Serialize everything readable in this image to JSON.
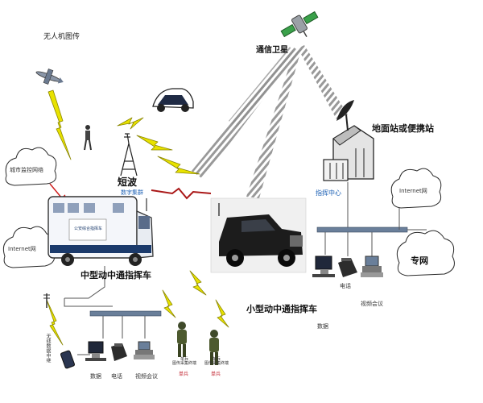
{
  "labels": {
    "drone": "无人机图传",
    "satellite": "通信卫星",
    "ground_station": "地面站或便携站",
    "city_cloud": "城市监控网络",
    "internet_left": "Internet网",
    "shortwave": "短波",
    "digital_cluster": "数字集群",
    "command_center": "指挥中心",
    "internet_right": "Internet网",
    "private_net": "专网",
    "medium_vehicle": "中型动中通指挥车",
    "small_vehicle": "小型动中通指挥车",
    "wireless_relay": "无线数据中继",
    "data_left": "数据",
    "phone_left": "电话",
    "video_left": "视频会议",
    "soldier_a_caption": "单兵\n图传采集终端",
    "soldier_a_tag": "单兵",
    "soldier_b_caption": "单兵\n图传采集终端",
    "soldier_b_tag": "单兵",
    "phone_right": "电话",
    "video_right": "视频会议",
    "data_bottom": "数据",
    "van_sign": "公安综合指挥车"
  },
  "colors": {
    "lightning": "#e8e200",
    "lightning_stroke": "#8a8600",
    "rf_link": "#aa1818",
    "satellite_beam": "#9a9a9a",
    "cloud": "#2a2a2a",
    "arrow": "#d02020",
    "bus": "#6a7f9a"
  }
}
